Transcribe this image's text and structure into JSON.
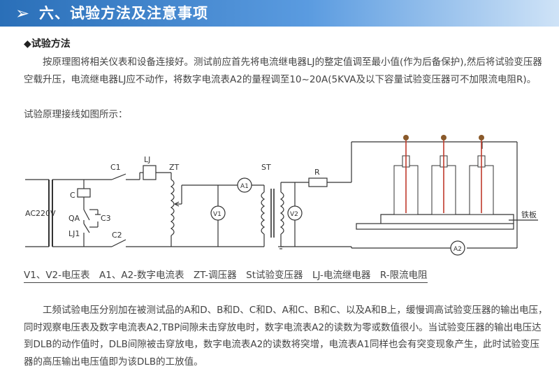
{
  "header": {
    "chevron": "➢",
    "title": "六、试验方法及注意事项"
  },
  "subheading": "◆试验方法",
  "paragraph1": "按原理图将相关仪表和设备连接好。测试前应首先将电流继电器LJ的整定值调至最小值(作为后备保护),然后将试验变压器空载升压，电流继电器LJ应不动作，将数字电流表A2的量程调至10~20A(5KVA及以下容量试验变压器可不加限流电阻R)。",
  "intro": "试验原理接线如图所示：",
  "diagram": {
    "labels": {
      "ac": "AC220V",
      "c1": "C1",
      "c": "C",
      "qa": "QA",
      "c3": "C3",
      "lj1": "LJ1",
      "c2": "C2",
      "lj": "LJ",
      "zt": "ZT",
      "a1": "A1",
      "v1": "V1",
      "st": "ST",
      "v2": "V2",
      "r": "R",
      "a2": "A2",
      "tieban": "铁板"
    }
  },
  "legend": "V1、V2-电压表　A1、A2-数字电流表　ZT-调压器　St试验变压器　LJ-电流继电器　R-限流电阻",
  "paragraph2": "工频试验电压分别加在被测试品的A和D、B和D、C和D、A和C、B和C、以及A和B上，缓慢调高试验变压器的输出电压，同时观察电压表及数字电流表A2,TBP间隙未击穿放电时，数字电流表A2的读数为零或数值很小。当试验变压器的输出电压达到DLB的动作值时，DLB间隙被击穿放电，数字电流表A2的读数将突增，电流表A1同样也会有突变现象产生，此时试验变压器的高压输出电压值即为该DLB的工放值。"
}
